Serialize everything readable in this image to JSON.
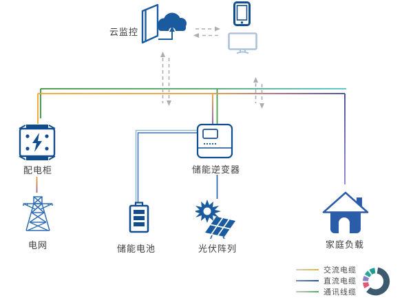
{
  "cloud_monitor": {
    "label": "云监控",
    "icon": "cloud-upload-icon"
  },
  "terminals": {
    "phone_icon": "smartphone-icon",
    "monitor_icon": "desktop-monitor-icon"
  },
  "devices": {
    "cabinet": {
      "label": "配电柜",
      "icon": "distribution-cabinet-icon"
    },
    "grid": {
      "label": "电网",
      "icon": "transmission-tower-icon"
    },
    "battery": {
      "label": "储能电池",
      "icon": "battery-icon"
    },
    "inverter": {
      "label": "储能逆变器",
      "icon": "inverter-icon"
    },
    "pv": {
      "label": "光伏阵列",
      "icon": "solar-panel-sun-icon"
    },
    "home": {
      "label": "家庭负载",
      "icon": "house-icon"
    }
  },
  "legend": {
    "items": [
      {
        "label": "交流电缆",
        "color": "#e2b33c",
        "swatch_css": "background:linear-gradient(90deg,#cfcfc5,#e2b33c)"
      },
      {
        "label": "直流电缆",
        "color": "#1f4f9e",
        "swatch_css": "background:linear-gradient(90deg,#7388bd,#1f4f9e)"
      },
      {
        "label": "通讯线缆",
        "color": "#57a75c",
        "swatch_css": "background:linear-gradient(90deg,#c2cabe,#57a75c)"
      }
    ]
  },
  "colors": {
    "icon_blue": "#1a5a9e",
    "ac_orange": "#f3a32a",
    "comm_green": "#3a8f3f",
    "comm_teal": "#49c2c7",
    "dc_blue": "#2e6cb5",
    "bus_purple": "#3c3f90",
    "dashed_gray": "#a9aeb6"
  }
}
